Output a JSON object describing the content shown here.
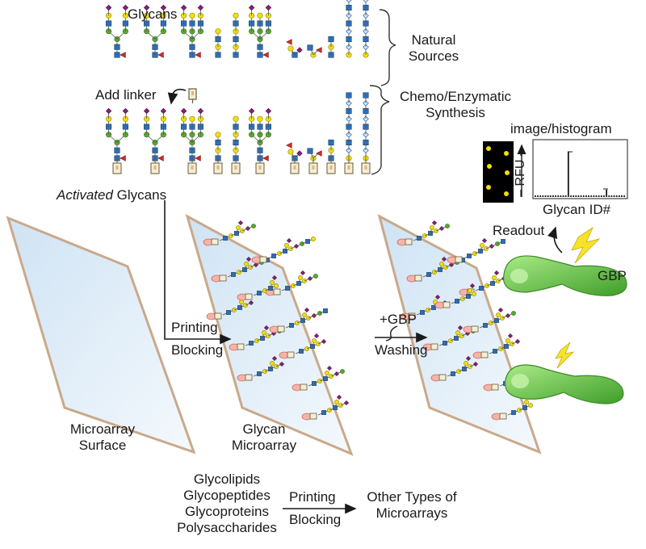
{
  "top": {
    "glycans_label": "Glycans",
    "add_linker_label": "Add linker",
    "activated_em": "Activated",
    "activated_rest": " Glycans",
    "natural_line1": "Natural",
    "natural_line2": "Sources",
    "chemo_line1": "Chemo/Enzymatic",
    "chemo_line2": "Synthesis"
  },
  "histogram": {
    "title": "image/histogram",
    "y_label": "– RFU –",
    "x_label": "Glycan ID#",
    "readout_label": "Readout"
  },
  "steps": {
    "printing": "Printing",
    "blocking": "Blocking",
    "plus_gbp": "+GBP",
    "washing": "Washing",
    "gbp": "GBP"
  },
  "slides": {
    "surface_line1": "Microarray",
    "surface_line2": "Surface",
    "glycan_line1": "Glycan",
    "glycan_line2": "Microarray"
  },
  "bottom": {
    "items": [
      "Glycolipids",
      "Glycopeptides",
      "Glycoproteins",
      "Polysaccharides"
    ],
    "printing": "Printing",
    "blocking": "Blocking",
    "other_line1": "Other Types of",
    "other_line2": "Microarrays"
  },
  "colors": {
    "glcnac": "#2f6fb5",
    "galactose": "#f2e000",
    "mannose": "#5aa832",
    "sialic": "#8a1f7a",
    "fucose": "#d52a2a",
    "gbp": "#6cc84a",
    "slide": "#dbeaf6"
  }
}
